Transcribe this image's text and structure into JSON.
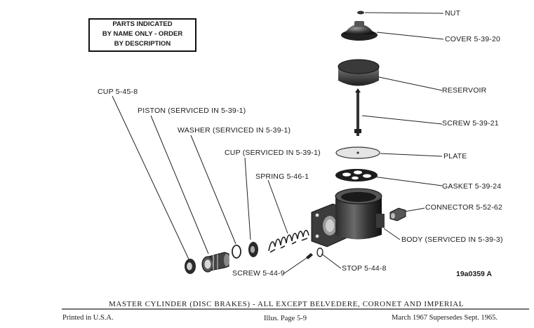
{
  "notice": {
    "line1": "PARTS INDICATED",
    "line2": "BY NAME ONLY - ORDER",
    "line3": "BY DESCRIPTION"
  },
  "labels": {
    "nut": "NUT",
    "cover": "COVER 5-39-20",
    "reservoir": "RESERVOIR",
    "screw_top": "SCREW 5-39-21",
    "plate": "PLATE",
    "gasket": "GASKET 5-39-24",
    "connector": "CONNECTOR 5-52-62",
    "body": "BODY (SERVICED IN 5-39-3)",
    "stop": "STOP 5-44-8",
    "screw_bottom": "SCREW 5-44-9",
    "cup_left": "CUP 5-45-8",
    "piston": "PISTON (SERVICED IN 5-39-1)",
    "washer": "WASHER (SERVICED IN 5-39-1)",
    "cup_mid": "CUP (SERVICED IN 5-39-1)",
    "spring": "SPRING 5-46-1"
  },
  "illustration_id": "19a0359 A",
  "caption": "MASTER CYLINDER (DISC BRAKES) - ALL EXCEPT BELVEDERE, CORONET AND IMPERIAL",
  "footer": {
    "left": "Printed in U.S.A.",
    "center": "Illus. Page 5-9",
    "right": "March 1967 Supersedes Sept. 1965."
  }
}
